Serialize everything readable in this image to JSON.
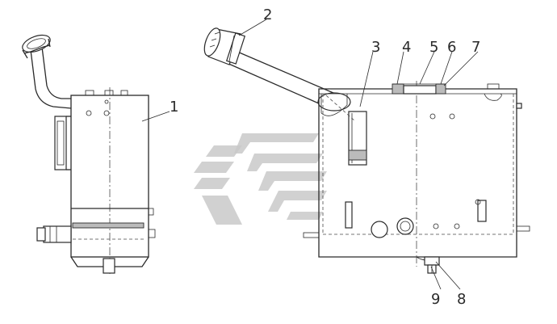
{
  "diagram": {
    "callouts": [
      "1",
      "2",
      "3",
      "4",
      "5",
      "6",
      "7",
      "8",
      "9"
    ]
  },
  "colors": {
    "line": "#2a2a2a",
    "watermark": "#c9c9c9",
    "background": "#ffffff"
  }
}
